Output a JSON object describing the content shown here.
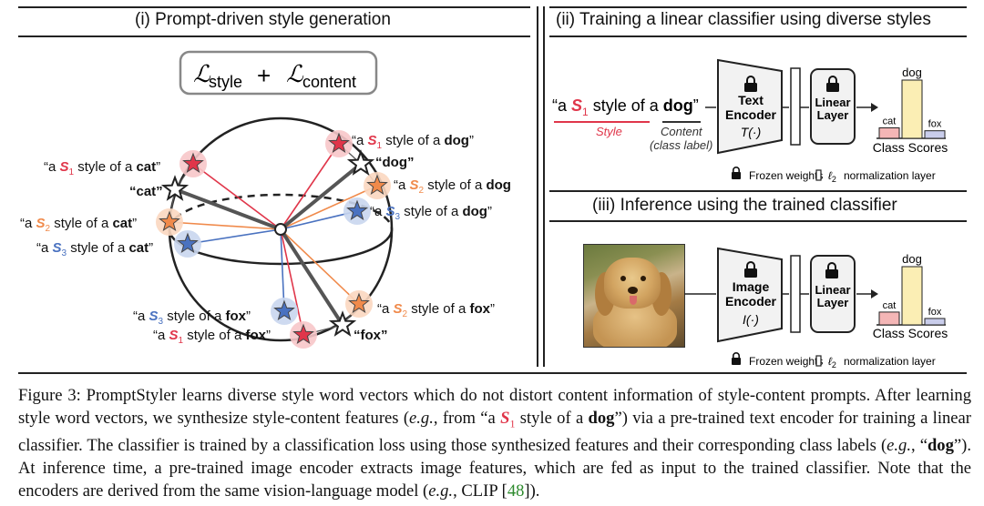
{
  "panel1": {
    "title": "(i) Prompt-driven style generation",
    "loss_style_sub": "style",
    "loss_content_sub": "content",
    "loss_plus": "+",
    "labels": {
      "s1_dog_pre": "“a ",
      "s1_dog_s": "S",
      "s1_dog_sub": "1",
      "s1_dog_mid": " style of a ",
      "s1_dog_bold": "dog",
      "s1_dog_end": "”",
      "dog_plain": "“dog”",
      "s2_dog_pre": "“a ",
      "s2_dog_s": "S",
      "s2_dog_sub": "2",
      "s2_dog_mid": " style of a ",
      "s2_dog_bold": "dog",
      "s3_dog_pre": "“a ",
      "s3_dog_s": "S",
      "s3_dog_sub": "3",
      "s3_dog_mid": " style of a ",
      "s3_dog_bold": "dog",
      "s3_dog_end": "”",
      "s1_cat_pre": "“a ",
      "s1_cat_s": "S",
      "s1_cat_sub": "1",
      "s1_cat_mid": " style of a ",
      "s1_cat_bold": "cat",
      "s1_cat_end": "”",
      "cat_plain": "“cat”",
      "s2_cat_pre": "“a ",
      "s2_cat_s": "S",
      "s2_cat_sub": "2",
      "s2_cat_mid": " style of a ",
      "s2_cat_bold": "cat",
      "s2_cat_end": "”",
      "s3_cat_pre": "“a ",
      "s3_cat_s": "S",
      "s3_cat_sub": "3",
      "s3_cat_mid": " style of a ",
      "s3_cat_bold": "cat",
      "s3_cat_end": "”",
      "s3_fox_pre": "“a ",
      "s3_fox_s": "S",
      "s3_fox_sub": "3",
      "s3_fox_mid": " style of a ",
      "s3_fox_bold": "fox",
      "s3_fox_end": "”",
      "s1_fox_pre": "“a ",
      "s1_fox_s": "S",
      "s1_fox_sub": "1",
      "s1_fox_mid": " style of a ",
      "s1_fox_bold": "fox",
      "s1_fox_end": "”",
      "s2_fox_pre": "“a ",
      "s2_fox_s": "S",
      "s2_fox_sub": "2",
      "s2_fox_mid": " style of a ",
      "s2_fox_bold": "fox",
      "s2_fox_end": "”",
      "fox_plain": "“fox”"
    }
  },
  "panel2": {
    "title": "(ii) Training a linear classifier using diverse styles",
    "prompt_pre": "“a ",
    "prompt_s": "S",
    "prompt_sub": "1",
    "prompt_mid": " style of a ",
    "prompt_bold": "dog",
    "prompt_end": "”",
    "style_label": "Style",
    "content_label": "Content",
    "class_label": "(class label)",
    "encoder_line1": "Text",
    "encoder_line2": "Encoder",
    "encoder_fn": "T(·)",
    "linear_line1": "Linear",
    "linear_line2": "Layer",
    "scores_label": "Class Scores",
    "legend_frozen": "Frozen weights",
    "legend_norm": "normalization layer",
    "legend_norm_sym": "ℓ",
    "legend_norm_sub": "2"
  },
  "panel3": {
    "title": "(iii) Inference using the trained classifier",
    "encoder_line1": "Image",
    "encoder_line2": "Encoder",
    "encoder_fn": "I(·)",
    "linear_line1": "Linear",
    "linear_line2": "Layer",
    "scores_label": "Class Scores",
    "legend_frozen": "Frozen weights",
    "legend_norm": "normalization layer",
    "legend_norm_sym": "ℓ",
    "legend_norm_sub": "2"
  },
  "chart_data": [
    {
      "type": "bar",
      "categories": [
        "cat",
        "dog",
        "fox"
      ],
      "values": [
        0.18,
        1.0,
        0.13
      ],
      "title": "",
      "xlabel": "Class Scores",
      "colors": [
        "#f4b6b6",
        "#fbeeb4",
        "#c9cdeb"
      ]
    },
    {
      "type": "bar",
      "categories": [
        "cat",
        "dog",
        "fox"
      ],
      "values": [
        0.22,
        1.0,
        0.11
      ],
      "title": "",
      "xlabel": "Class Scores",
      "colors": [
        "#f4b6b6",
        "#fbeeb4",
        "#c9cdeb"
      ]
    }
  ],
  "caption": {
    "p1": "Figure 3: PromptStyler learns diverse style word vectors which do not distort content information of style-content prompts. After learning style word vectors, we synthesize style-content features (",
    "eg1": "e.g.",
    "p2": ", from “a ",
    "s": "S",
    "sub": "1",
    "p3": " style of a ",
    "dog": "dog",
    "p4": "”) via a pre-trained text encoder for training a linear classifier. The classifier is trained by a classification loss using those synthesized features and their corresponding class labels (",
    "eg2": "e.g.",
    "p5": ", “",
    "dog2": "dog",
    "p6": "”). At inference time, a pre-trained image encoder extracts image features, which are fed as input to the trained classifier. Note that the encoders are derived from the same vision-language model (",
    "eg3": "e.g.",
    "p7": ", CLIP [",
    "cite": "48",
    "p8": "])."
  },
  "colors": {
    "s1": "#e0364a",
    "s2": "#f08a4b",
    "s3": "#4a72c0",
    "s1_glow": "#f7c6c9",
    "s2_glow": "#fbd7c0",
    "s3_glow": "#c9d6ee"
  }
}
